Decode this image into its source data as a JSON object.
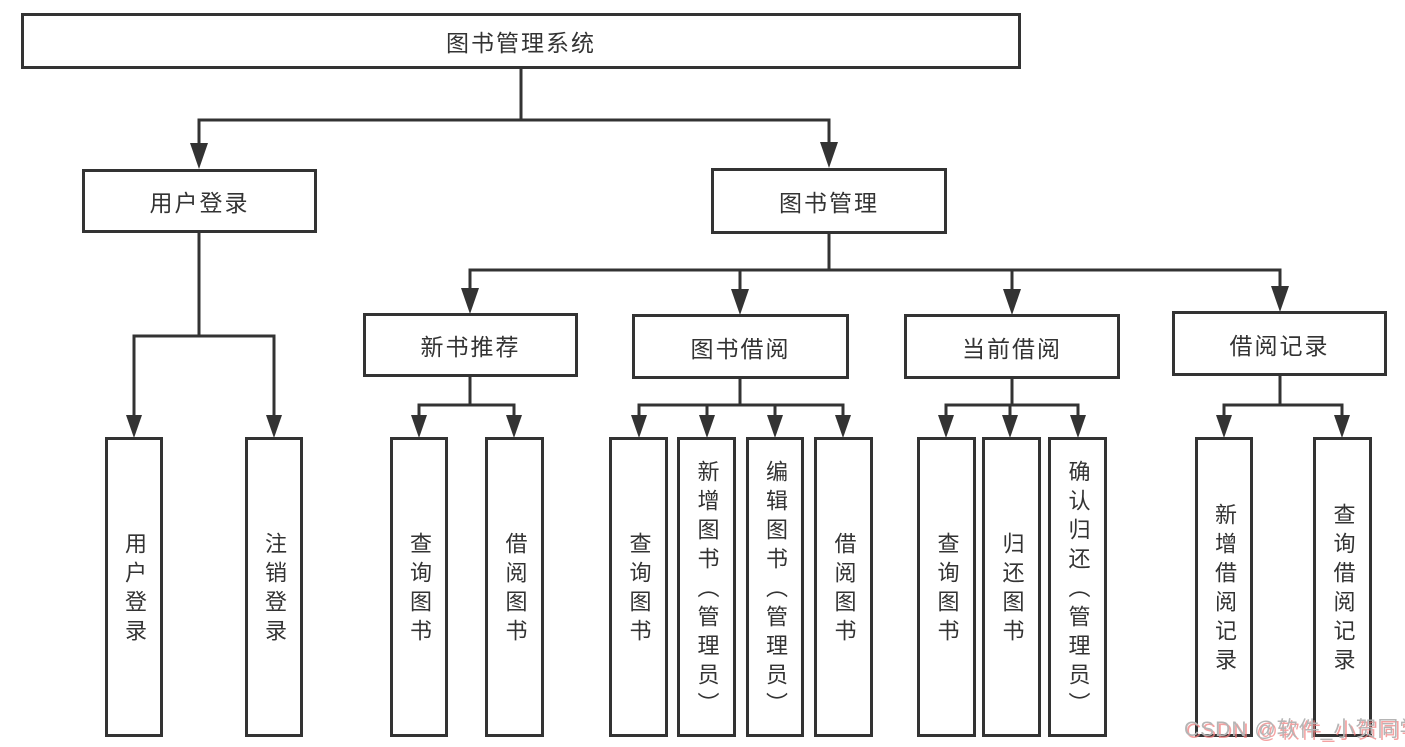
{
  "colors": {
    "line": "#333333",
    "node_border": "#333333",
    "node_text": "#333333",
    "watermark_text": "#b5b5b5",
    "watermark_shadow": "#f08282"
  },
  "watermark": {
    "text": "CSDN @软件_小贺同学"
  },
  "tree": {
    "root": {
      "label": "图书管理系统"
    },
    "branches": [
      {
        "label": "用户登录",
        "children": [
          {
            "label": "用户登录"
          },
          {
            "label": "注销登录"
          }
        ]
      },
      {
        "label": "图书管理",
        "groups": [
          {
            "label": "新书推荐",
            "children": [
              {
                "label": "查询图书"
              },
              {
                "label": "借阅图书"
              }
            ]
          },
          {
            "label": "图书借阅",
            "children": [
              {
                "label": "查询图书"
              },
              {
                "label": "新增图书（管理员）"
              },
              {
                "label": "编辑图书（管理员）"
              },
              {
                "label": "借阅图书"
              }
            ]
          },
          {
            "label": "当前借阅",
            "children": [
              {
                "label": "查询图书"
              },
              {
                "label": "归还图书"
              },
              {
                "label": "确认归还（管理员）"
              }
            ]
          },
          {
            "label": "借阅记录",
            "children": [
              {
                "label": "新增借阅记录"
              },
              {
                "label": "查询借阅记录"
              }
            ]
          }
        ]
      }
    ]
  }
}
